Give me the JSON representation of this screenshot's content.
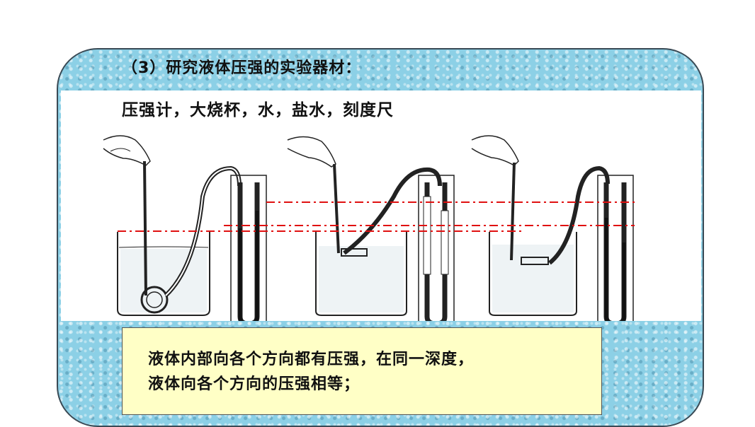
{
  "slide": {
    "heading": "（3）研究液体压强的实验器材：",
    "equipment": "压强计，大烧杯，水，盐水，刻度尺",
    "conclusion_line1": "液体内部向各个方向都有压强，在同一深度，",
    "conclusion_line2": "液体向各个方向的压强相等；"
  },
  "colors": {
    "frame_bg": "#8cd0e6",
    "box_bg": "#ffffc6",
    "dashed_line": "#e01010"
  }
}
